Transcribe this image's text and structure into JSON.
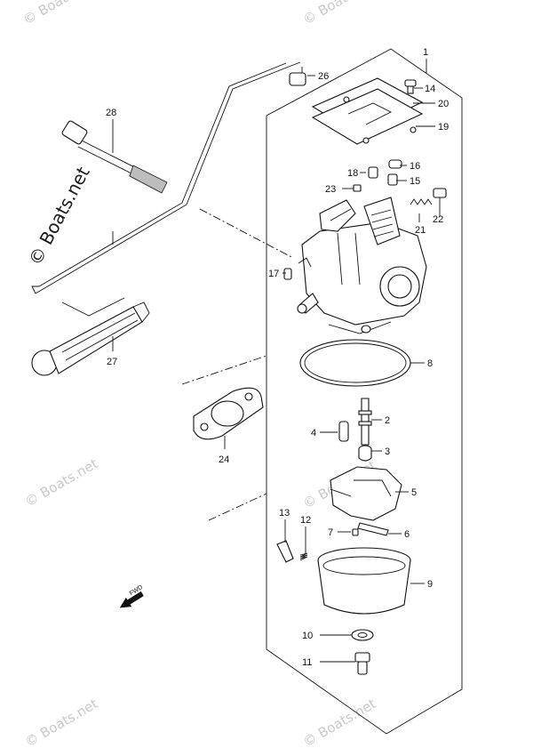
{
  "watermark": {
    "text": "© Boats.net",
    "side_text": "© Boats.net"
  },
  "callouts": [
    "1",
    "2",
    "3",
    "4",
    "5",
    "6",
    "7",
    "8",
    "9",
    "10",
    "11",
    "12",
    "13",
    "14",
    "15",
    "16",
    "17",
    "18",
    "19",
    "20",
    "21",
    "22",
    "23",
    "24",
    "26",
    "27",
    "28"
  ],
  "fwd_label": "FWD"
}
